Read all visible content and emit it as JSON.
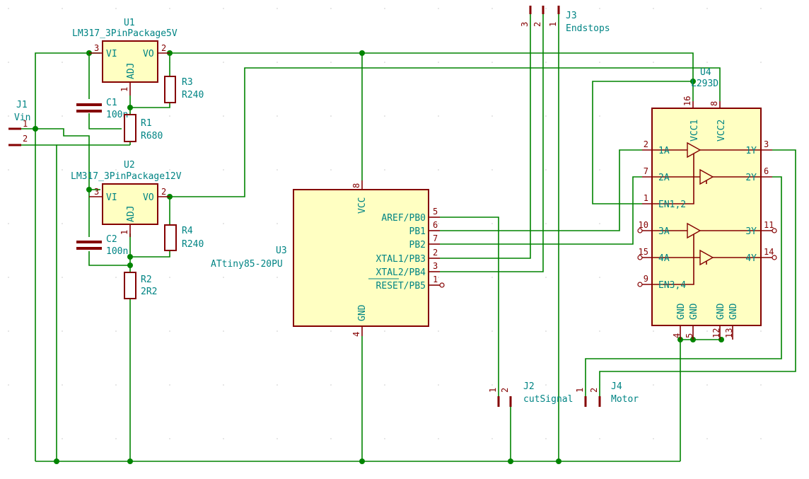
{
  "colors": {
    "wire": "#008400",
    "symbol_outline": "#840000",
    "symbol_fill": "#ffffc2",
    "text": "#008484",
    "background": "#ffffff"
  },
  "components": {
    "u1": {
      "ref": "U1",
      "value": "LM317_3PinPackage5V",
      "pins": {
        "vi": "VI",
        "vo": "VO",
        "adj": "ADJ",
        "n_vi": "3",
        "n_vo": "2",
        "n_adj": "1"
      }
    },
    "u2": {
      "ref": "U2",
      "value": "LM317_3PinPackage12V",
      "pins": {
        "vi": "VI",
        "vo": "VO",
        "adj": "ADJ",
        "n_vi": "3",
        "n_vo": "2",
        "n_adj": "1"
      }
    },
    "c1": {
      "ref": "C1",
      "value": "100n"
    },
    "c2": {
      "ref": "C2",
      "value": "100n"
    },
    "r1": {
      "ref": "R1",
      "value": "R680"
    },
    "r2": {
      "ref": "R2",
      "value": "2R2"
    },
    "r3": {
      "ref": "R3",
      "value": "R240"
    },
    "r4": {
      "ref": "R4",
      "value": "R240"
    },
    "j1": {
      "ref": "J1",
      "value": "Vin",
      "pin1": "1",
      "pin2": "2"
    },
    "j2": {
      "ref": "J2",
      "value": "cutSignal",
      "pin1": "1",
      "pin2": "2"
    },
    "j3": {
      "ref": "J3",
      "value": "Endstops",
      "pin1": "3",
      "pin2": "2",
      "pin3": "1"
    },
    "j4": {
      "ref": "J4",
      "value": "Motor",
      "pin1": "1",
      "pin2": "2"
    },
    "u3": {
      "ref": "U3",
      "value": "ATtiny85-20PU",
      "vcc": "VCC",
      "gnd": "GND",
      "n_vcc": "8",
      "n_gnd": "4",
      "pins": [
        {
          "name": "AREF/PB0",
          "num": "5"
        },
        {
          "name": "PB1",
          "num": "6"
        },
        {
          "name": "PB2",
          "num": "7"
        },
        {
          "name": "XTAL1/PB3",
          "num": "2"
        },
        {
          "name": "XTAL2/PB4",
          "num": "3"
        },
        {
          "name": "RESET/PB5",
          "num": "1"
        }
      ]
    },
    "u4": {
      "ref": "U4",
      "value": "L293D",
      "vcc1": "VCC1",
      "vcc2": "VCC2",
      "n_vcc1": "16",
      "n_vcc2": "8",
      "left_pins": [
        {
          "name": "1A",
          "num": "2"
        },
        {
          "name": "2A",
          "num": "7"
        },
        {
          "name": "EN1,2",
          "num": "1"
        },
        {
          "name": "3A",
          "num": "10"
        },
        {
          "name": "4A",
          "num": "15"
        },
        {
          "name": "EN3,4",
          "num": "9"
        }
      ],
      "right_pins": [
        {
          "name": "1Y",
          "num": "3"
        },
        {
          "name": "2Y",
          "num": "6"
        },
        {
          "name": "3Y",
          "num": "11"
        },
        {
          "name": "4Y",
          "num": "14"
        }
      ],
      "gnd_pins": [
        {
          "name": "GND",
          "num": "4"
        },
        {
          "name": "GND",
          "num": "5"
        },
        {
          "name": "GND",
          "num": "12"
        },
        {
          "name": "GND",
          "num": "13"
        }
      ]
    }
  }
}
